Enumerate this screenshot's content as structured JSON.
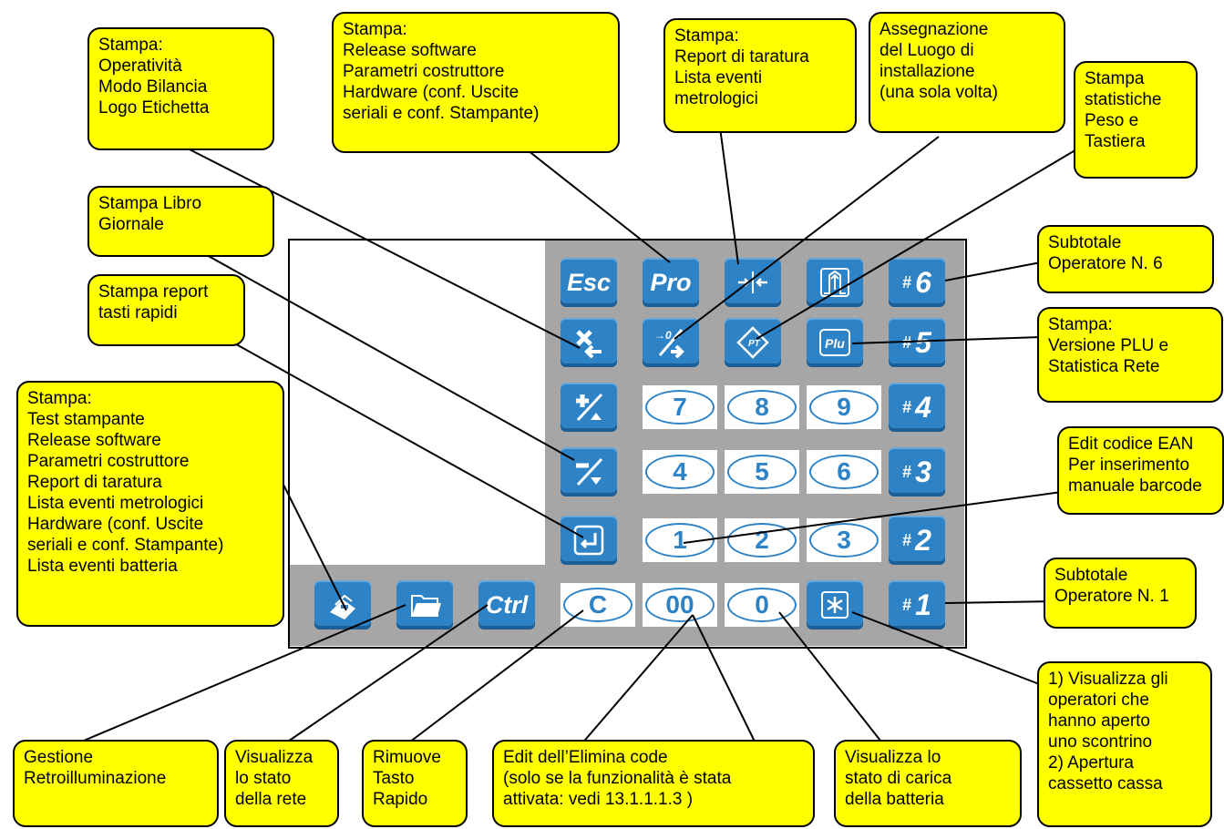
{
  "callouts": {
    "operativita": "Stampa:\nOperatività\nModo Bilancia\nLogo Etichetta",
    "release": "Stampa:\nRelease software\nParametri costruttore\nHardware (conf. Uscite\nseriali e conf. Stampante)",
    "taratura": "Stampa:\nReport di taratura\nLista eventi\nmetrologici",
    "luogo": "Assegnazione\ndel Luogo di\ninstallazione\n(una sola volta)",
    "statistiche": "Stampa\nstatistiche\nPeso e\nTastiera",
    "libro": "Stampa Libro\nGiornale",
    "subtotale6": "Subtotale\nOperatore N. 6",
    "plu": "Stampa:\nVersione PLU e\nStatistica Rete",
    "rapidi": "Stampa report\ntasti rapidi",
    "test": "Stampa:\nTest stampante\nRelease software\nParametri costruttore\nReport di taratura\nLista eventi metrologici\nHardware (conf. Uscite\nseriali e conf. Stampante)\nLista eventi batteria",
    "ean": "Edit codice EAN\nPer inserimento\nmanuale barcode",
    "subtotale1": "Subtotale\nOperatore N. 1",
    "operatori": "1)  Visualizza gli\noperatori che\nhanno aperto\nuno scontrino\n2) Apertura\ncassetto cassa",
    "retro": "Gestione\nRetroilluminazione",
    "rete": "Visualizza\nlo stato\ndella rete",
    "rimuove": "Rimuove\nTasto\nRapido",
    "elimina": "Edit dell’Elimina code\n(solo se la funzionalità è stata\nattivata: vedi 13.1.1.1.3 )",
    "batteria": "Visualizza lo\nstato di carica\ndella batteria"
  },
  "keys": {
    "esc": "Esc",
    "pro": "Pro",
    "plu": "Plu",
    "ctrl": "Ctrl",
    "hash": "#",
    "op6": "6",
    "op5": "5",
    "op4": "4",
    "op3": "3",
    "op2": "2",
    "op1": "1",
    "n7": "7",
    "n8": "8",
    "n9": "9",
    "n4": "4",
    "n5": "5",
    "n6": "6",
    "n1": "1",
    "n2": "2",
    "n3": "3",
    "c": "C",
    "n00": "00",
    "n0": "0",
    "zero_icon": "→0←",
    "pt_icon": "PT"
  },
  "colors": {
    "callout": "#ffff00",
    "key": "#2e83c6",
    "panel": "#a6a6a6"
  }
}
